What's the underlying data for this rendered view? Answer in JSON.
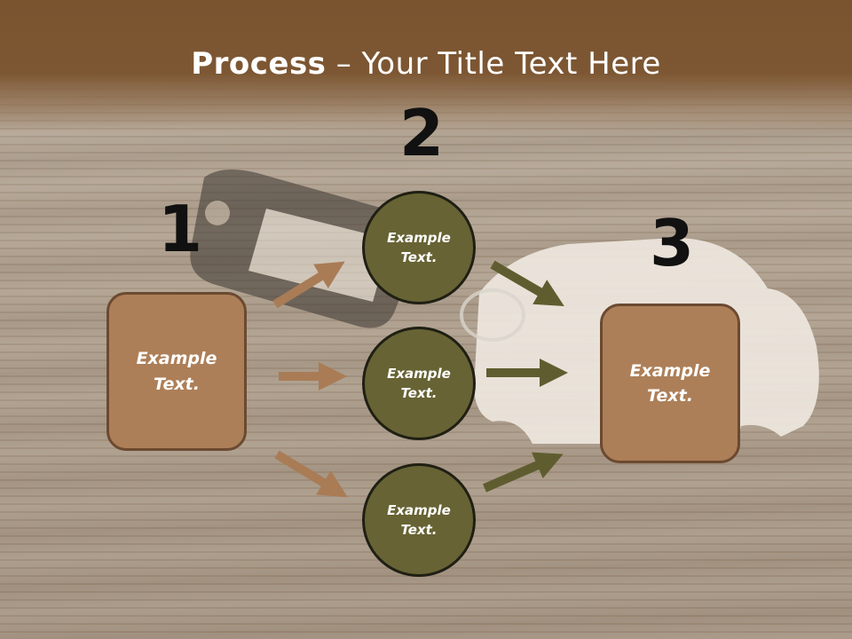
{
  "slide": {
    "title_bold": "Process",
    "title_rest": " – Your Title Text Here"
  },
  "steps": {
    "num1": "1",
    "num2": "2",
    "num3": "3"
  },
  "nodes": {
    "left_box": "Example Text.",
    "circle_top": "Example Text.",
    "circle_mid": "Example Text.",
    "circle_bottom": "Example Text.",
    "right_box": "Example Text."
  },
  "colors": {
    "box_fill": "#ad7f58",
    "circle_fill": "#676334",
    "arrow_tan": "#a97c56",
    "arrow_olive": "#5f5d30",
    "header": "#7a532f"
  }
}
